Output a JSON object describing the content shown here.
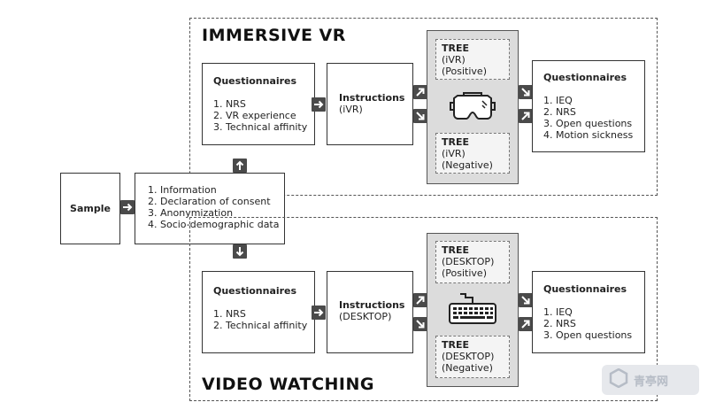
{
  "vr": {
    "title": "IMMERSIVE VR",
    "pre_questionnaire": {
      "heading": "Questionnaires",
      "items": [
        "1. NRS",
        "2. VR experience",
        "3. Technical affinity"
      ]
    },
    "instructions": {
      "heading": "Instructions",
      "sub": "(iVR)"
    },
    "tree_positive": {
      "heading": "TREE",
      "line1": "(iVR)",
      "line2": "(Positive)"
    },
    "tree_negative": {
      "heading": "TREE",
      "line1": "(iVR)",
      "line2": "(Negative)"
    },
    "device_icon": "vr-headset-icon",
    "post_questionnaire": {
      "heading": "Questionnaires",
      "items": [
        "1. IEQ",
        "2. NRS",
        "3. Open questions",
        "4. Motion sickness"
      ]
    }
  },
  "sample": {
    "label": "Sample"
  },
  "info": {
    "items": [
      "1. Information",
      "2. Declaration of consent",
      "3. Anonymization",
      "4. Socio-demographic data"
    ]
  },
  "video": {
    "title": "VIDEO WATCHING",
    "pre_questionnaire": {
      "heading": "Questionnaires",
      "items": [
        "1. NRS",
        "2. Technical affinity"
      ]
    },
    "instructions": {
      "heading": "Instructions",
      "sub": "(DESKTOP)"
    },
    "tree_positive": {
      "heading": "TREE",
      "line1": "(DESKTOP)",
      "line2": "(Positive)"
    },
    "tree_negative": {
      "heading": "TREE",
      "line1": "(DESKTOP)",
      "line2": "(Negative)"
    },
    "device_icon": "keyboard-icon",
    "post_questionnaire": {
      "heading": "Questionnaires",
      "items": [
        "1. IEQ",
        "2. NRS",
        "3. Open questions"
      ]
    }
  },
  "watermark": {
    "text": "青亭网",
    "icon": "watermark-logo-icon"
  },
  "colors": {
    "arrow": "#4a4a4a",
    "panel": "#dcdcdc",
    "border": "#333333"
  }
}
